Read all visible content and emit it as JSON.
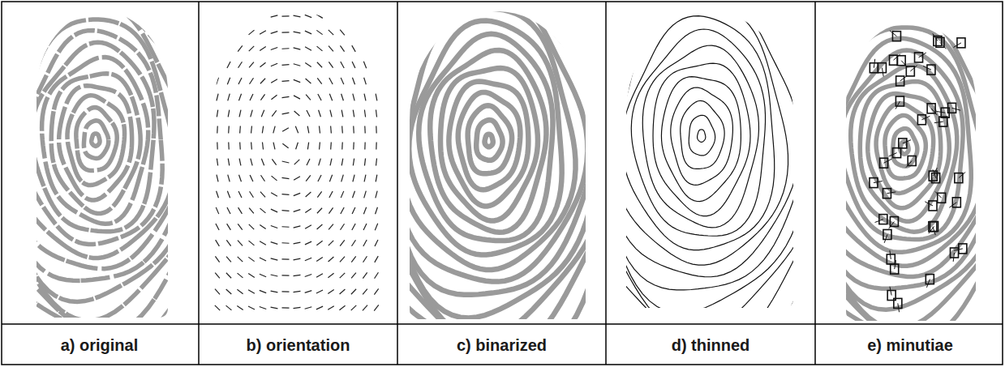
{
  "diagram": {
    "labels": [
      "a) original",
      "b) orientation",
      "c) binarized",
      "d) thinned",
      "e) minutiae"
    ]
  }
}
